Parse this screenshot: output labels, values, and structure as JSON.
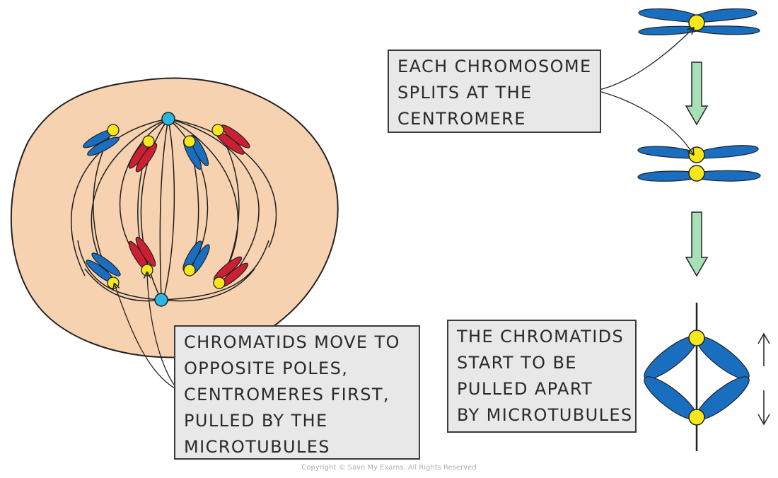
{
  "labels": {
    "split": [
      "EACH CHROMOSOME",
      "SPLITS AT THE",
      "CENTROMERE"
    ],
    "pull": [
      "THE CHROMATIDS",
      "START TO BE",
      "PULLED APART",
      "BY MICROTUBULES"
    ],
    "move": [
      "CHROMATIDS MOVE TO",
      "OPPOSITE POLES,",
      "CENTROMERES FIRST,",
      "PULLED  BY THE",
      "MICROTUBULES"
    ]
  },
  "copyright": "Copyright © Save My Exams. All Rights Reserved",
  "colors": {
    "cell_fill": "#f7d2b0",
    "outline": "#222222",
    "chromatid_blue": "#1a6ec0",
    "chromatid_red": "#cc1f33",
    "centromere_yellow": "#f5e71a",
    "centriole_cyan": "#29b6e0",
    "arrow_green": "#a8e0b8",
    "box_fill": "#e8e8e8"
  },
  "icons": {
    "process_arrow": "green-down-arrow-icon",
    "direction_arrow": "thin-arrow-icon"
  }
}
